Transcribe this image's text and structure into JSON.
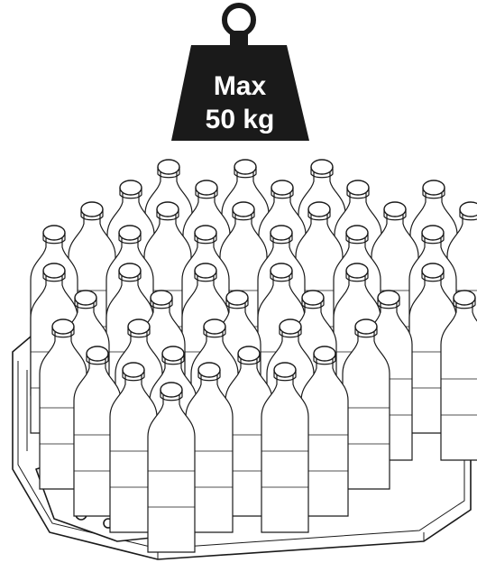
{
  "weight_sign": {
    "line1": "Max",
    "line2": "50 kg",
    "fill_color": "#1a1a1a",
    "text_color": "#ffffff"
  },
  "illustration": {
    "subject": "bottle-crate-on-robot-tray"
  }
}
